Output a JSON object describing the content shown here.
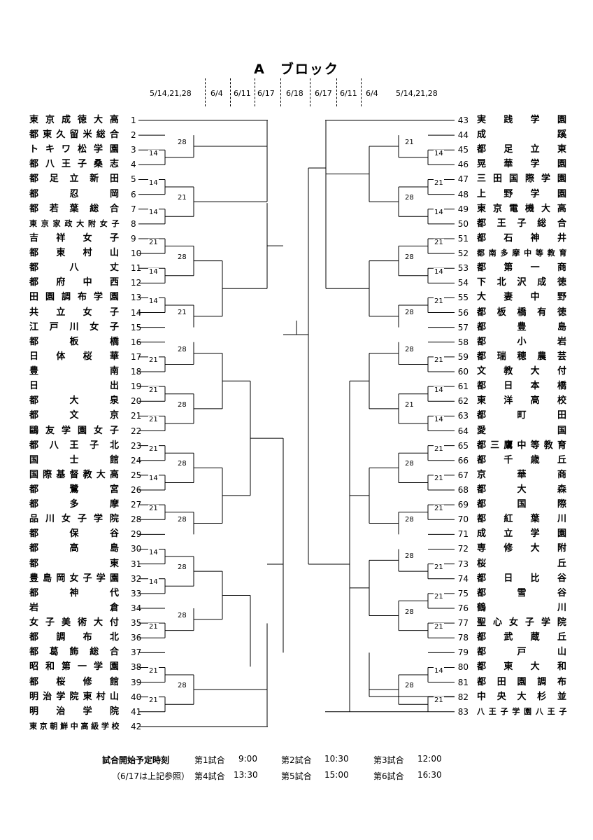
{
  "title": "A　ブロック",
  "dates": [
    "5/14,21,28",
    "6/4",
    "6/11",
    "6/17",
    "6/18",
    "6/17",
    "6/11",
    "6/4",
    "5/14,21,28"
  ],
  "left_teams": [
    {
      "seed": "1",
      "name": "東京成徳大高"
    },
    {
      "seed": "2",
      "name": "都東久留米総合"
    },
    {
      "seed": "3",
      "name": "トキワ松学園"
    },
    {
      "seed": "4",
      "name": "都八王子桑志"
    },
    {
      "seed": "5",
      "name": "都足立新田"
    },
    {
      "seed": "6",
      "name": "都忍岡"
    },
    {
      "seed": "7",
      "name": "都若葉総合"
    },
    {
      "seed": "8",
      "name": "東京家政大附女子"
    },
    {
      "seed": "9",
      "name": "吉祥女子"
    },
    {
      "seed": "10",
      "name": "都東村山"
    },
    {
      "seed": "11",
      "name": "都八丈"
    },
    {
      "seed": "12",
      "name": "都府中西"
    },
    {
      "seed": "13",
      "name": "田園調布学園"
    },
    {
      "seed": "14",
      "name": "共立女子"
    },
    {
      "seed": "15",
      "name": "江戸川女子"
    },
    {
      "seed": "16",
      "name": "都板橋"
    },
    {
      "seed": "17",
      "name": "日体桜華"
    },
    {
      "seed": "18",
      "name": "豊南"
    },
    {
      "seed": "19",
      "name": "日出"
    },
    {
      "seed": "20",
      "name": "都大泉"
    },
    {
      "seed": "21",
      "name": "都文京"
    },
    {
      "seed": "22",
      "name": "鷗友学園女子"
    },
    {
      "seed": "23",
      "name": "都八王子北"
    },
    {
      "seed": "24",
      "name": "国士館"
    },
    {
      "seed": "25",
      "name": "国際基督教大高"
    },
    {
      "seed": "26",
      "name": "都鷺宮"
    },
    {
      "seed": "27",
      "name": "都多摩"
    },
    {
      "seed": "28",
      "name": "品川女子学院"
    },
    {
      "seed": "29",
      "name": "都保谷"
    },
    {
      "seed": "30",
      "name": "都高島"
    },
    {
      "seed": "31",
      "name": "都東"
    },
    {
      "seed": "32",
      "name": "豊島岡女子学園"
    },
    {
      "seed": "33",
      "name": "都神代"
    },
    {
      "seed": "34",
      "name": "岩倉"
    },
    {
      "seed": "35",
      "name": "女子美術大付"
    },
    {
      "seed": "36",
      "name": "都調布北"
    },
    {
      "seed": "37",
      "name": "都葛飾総合"
    },
    {
      "seed": "38",
      "name": "昭和第一学園"
    },
    {
      "seed": "39",
      "name": "都桜修館"
    },
    {
      "seed": "40",
      "name": "明治学院東村山"
    },
    {
      "seed": "41",
      "name": "明治学院"
    },
    {
      "seed": "42",
      "name": "東京朝鮮中高級学校"
    }
  ],
  "right_teams": [
    {
      "seed": "43",
      "name": "実践学園"
    },
    {
      "seed": "44",
      "name": "成蹊"
    },
    {
      "seed": "45",
      "name": "都足立東"
    },
    {
      "seed": "46",
      "name": "晃華学園"
    },
    {
      "seed": "47",
      "name": "三田国際学園"
    },
    {
      "seed": "48",
      "name": "上野学園"
    },
    {
      "seed": "49",
      "name": "東京電機大高"
    },
    {
      "seed": "50",
      "name": "都王子総合"
    },
    {
      "seed": "51",
      "name": "都石神井"
    },
    {
      "seed": "52",
      "name": "都南多摩中等教育"
    },
    {
      "seed": "53",
      "name": "都第一商"
    },
    {
      "seed": "54",
      "name": "下北沢成徳"
    },
    {
      "seed": "55",
      "name": "大妻中野"
    },
    {
      "seed": "56",
      "name": "都板橋有徳"
    },
    {
      "seed": "57",
      "name": "都豊島"
    },
    {
      "seed": "58",
      "name": "都小岩"
    },
    {
      "seed": "59",
      "name": "都瑞穂農芸"
    },
    {
      "seed": "60",
      "name": "文教大付"
    },
    {
      "seed": "61",
      "name": "都日本橋"
    },
    {
      "seed": "62",
      "name": "東洋高校"
    },
    {
      "seed": "63",
      "name": "都町田"
    },
    {
      "seed": "64",
      "name": "愛国"
    },
    {
      "seed": "65",
      "name": "都三鷹中等教育"
    },
    {
      "seed": "66",
      "name": "都千歳丘"
    },
    {
      "seed": "67",
      "name": "京華商"
    },
    {
      "seed": "68",
      "name": "都大森"
    },
    {
      "seed": "69",
      "name": "都国際"
    },
    {
      "seed": "70",
      "name": "都紅葉川"
    },
    {
      "seed": "71",
      "name": "成立学園"
    },
    {
      "seed": "72",
      "name": "専修大附"
    },
    {
      "seed": "73",
      "name": "桜丘"
    },
    {
      "seed": "74",
      "name": "都日比谷"
    },
    {
      "seed": "75",
      "name": "都雪谷"
    },
    {
      "seed": "76",
      "name": "鶴川"
    },
    {
      "seed": "77",
      "name": "聖心女子学院"
    },
    {
      "seed": "78",
      "name": "都武蔵丘"
    },
    {
      "seed": "79",
      "name": "都戸山"
    },
    {
      "seed": "80",
      "name": "都東大和"
    },
    {
      "seed": "81",
      "name": "都田園調布"
    },
    {
      "seed": "82",
      "name": "中央大杉並"
    },
    {
      "seed": "83",
      "name": "八王子学園八王子"
    }
  ],
  "footer": {
    "label1": "試合開始予定時刻",
    "label2": "（6/17は上記参照）",
    "g1": "第1試合",
    "t1": "9:00",
    "g2": "第2試合",
    "t2": "10:30",
    "g3": "第3試合",
    "t3": "12:00",
    "g4": "第4試合",
    "t4": "13:30",
    "g5": "第5試合",
    "t5": "15:00",
    "g6": "第6試合",
    "t6": "16:30"
  }
}
